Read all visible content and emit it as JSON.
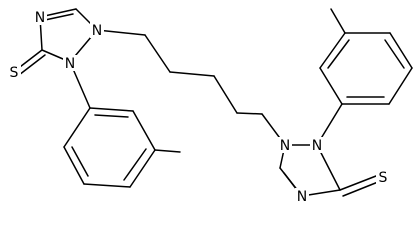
{
  "structure": {
    "atoms": {
      "n1_top": "N",
      "n2_top": "N",
      "n4_top": "N",
      "s_top": "S",
      "n1_bottom": "N",
      "n2_bottom": "N",
      "n4_bottom": "N",
      "s_bottom": "S"
    },
    "colors": {
      "bond": "#000000",
      "background": "#ffffff"
    }
  }
}
